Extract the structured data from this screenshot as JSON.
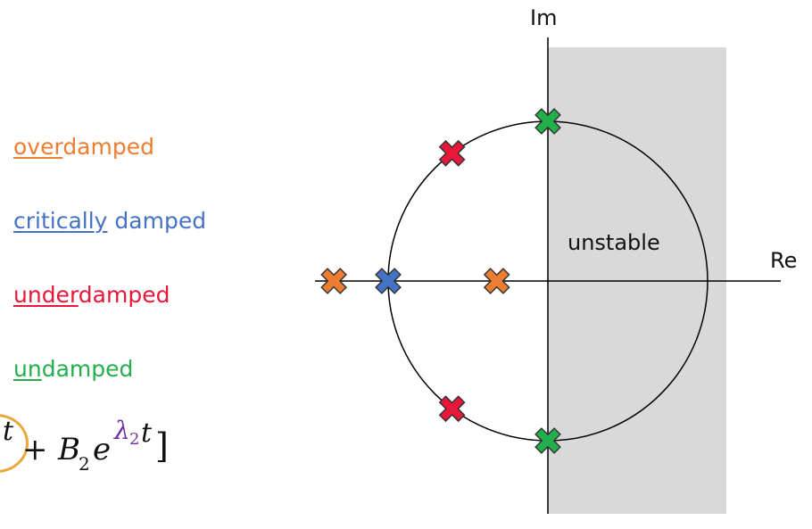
{
  "legend": {
    "overdamped": {
      "underlined": "over",
      "rest": "damped",
      "color": "#ED7D31"
    },
    "critically_damped": {
      "underlined": "critically",
      "rest": " damped",
      "color": "#4472C4"
    },
    "underdamped": {
      "underlined": "under",
      "rest": "damped",
      "color": "#E8173A"
    },
    "undamped": {
      "underlined": "un",
      "rest": "damped",
      "color": "#22B04C"
    }
  },
  "formula": {
    "t1": "t",
    "plus": "+",
    "B": "B",
    "B_sub": "2",
    "e": "e",
    "lambda": "λ",
    "lambda_sub": "2",
    "t2": "t",
    "bracket": "]"
  },
  "axes": {
    "imag_label": "Im",
    "real_label": "Re"
  },
  "region": {
    "label": "unstable",
    "fill": "#D9D9D9"
  },
  "poles": [
    {
      "kind": "overdamped",
      "re": -1.34,
      "im": 0,
      "color": "#ED7D31"
    },
    {
      "kind": "overdamped",
      "re": -0.32,
      "im": 0,
      "color": "#ED7D31"
    },
    {
      "kind": "critically_damped",
      "re": -1.0,
      "im": 0,
      "color": "#4472C4"
    },
    {
      "kind": "underdamped",
      "re": -0.6,
      "im": 0.8,
      "color": "#E8173A"
    },
    {
      "kind": "underdamped",
      "re": -0.6,
      "im": -0.8,
      "color": "#E8173A"
    },
    {
      "kind": "undamped",
      "re": 0,
      "im": 1.0,
      "color": "#22B04C"
    },
    {
      "kind": "undamped",
      "re": 0,
      "im": -1.0,
      "color": "#22B04C"
    }
  ]
}
